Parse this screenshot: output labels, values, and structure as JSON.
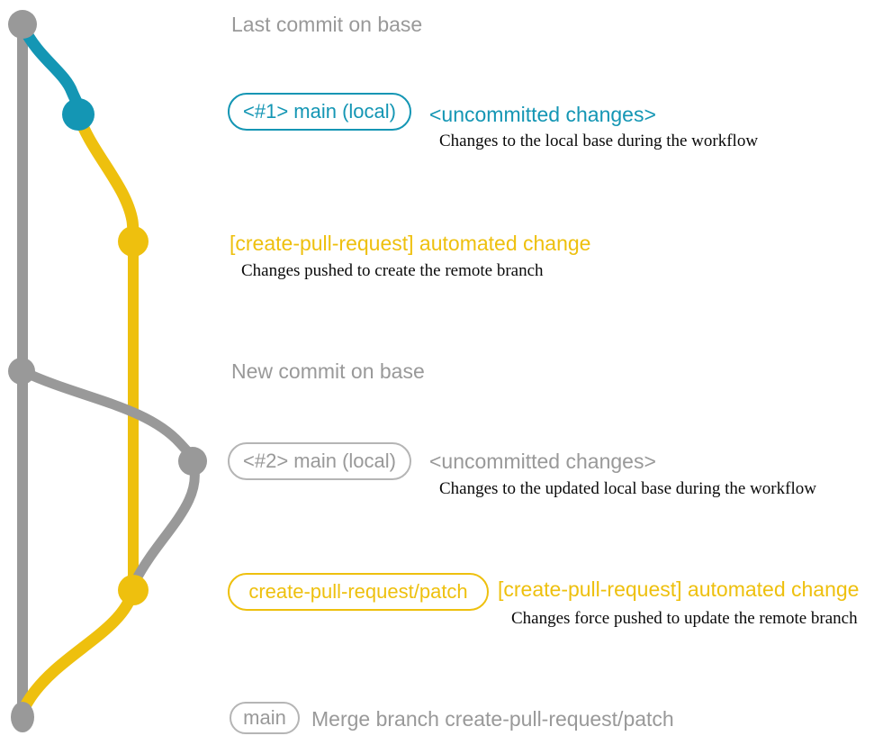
{
  "colors": {
    "gray": "#999999",
    "gray_border": "#b5b5b5",
    "blue": "#1496b4",
    "yellow": "#eec00e",
    "ink": "#0a0a0a",
    "background": "#ffffff"
  },
  "annotations": {
    "row1": {
      "title": "Last commit on base"
    },
    "row2": {
      "badge": "<#1> main (local)",
      "highlight": "<uncommitted changes>",
      "description": "Changes to the local base during the workflow"
    },
    "row3": {
      "highlight": "[create-pull-request] automated change",
      "description": "Changes pushed to create the remote branch"
    },
    "row4": {
      "title": "New commit on base"
    },
    "row5": {
      "badge": "<#2> main (local)",
      "highlight": "<uncommitted changes>",
      "description": "Changes to the updated local base during the workflow"
    },
    "row6": {
      "badge": "create-pull-request/patch",
      "highlight": "[create-pull-request] automated change",
      "description": "Changes force pushed to update the remote branch"
    },
    "row7": {
      "badge": "main",
      "title": "Merge branch create-pull-request/patch"
    }
  }
}
